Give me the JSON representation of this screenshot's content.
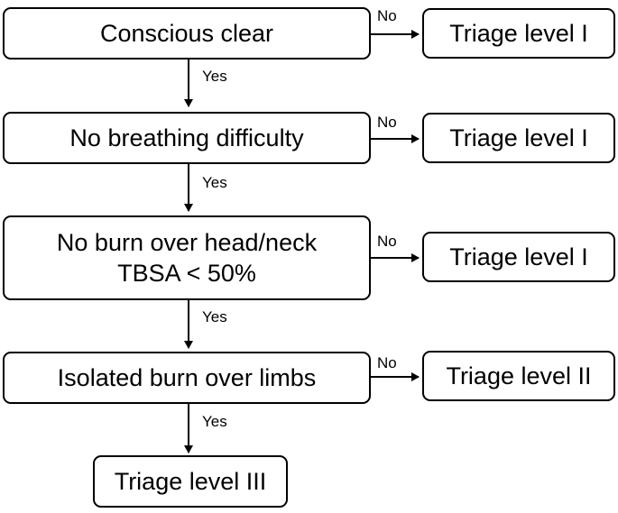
{
  "steps": [
    {
      "lines": [
        "Conscious clear"
      ],
      "no_result": "Triage level I",
      "no_label": "No",
      "yes_label": "Yes"
    },
    {
      "lines": [
        "No breathing difficulty"
      ],
      "no_result": "Triage level I",
      "no_label": "No",
      "yes_label": "Yes"
    },
    {
      "lines": [
        "No burn over head/neck",
        "TBSA < 50%"
      ],
      "no_result": "Triage level I",
      "no_label": "No",
      "yes_label": "Yes"
    },
    {
      "lines": [
        "Isolated burn over limbs"
      ],
      "no_result": "Triage level II",
      "no_label": "No",
      "yes_label": "Yes"
    }
  ],
  "final_result": "Triage level III"
}
